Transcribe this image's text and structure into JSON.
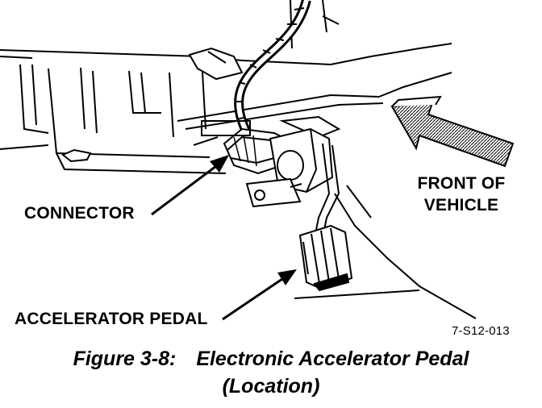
{
  "labels": {
    "connector": "CONNECTOR",
    "front_of_vehicle_line1": "FRONT OF",
    "front_of_vehicle_line2": "VEHICLE",
    "accelerator_pedal": "ACCELERATOR PEDAL",
    "figure_code": "7-S12-013"
  },
  "caption": {
    "figure_number": "Figure 3-8:",
    "title": "Electronic Accelerator Pedal",
    "subtitle": "(Location)"
  },
  "colors": {
    "ink": "#000000",
    "paper": "#ffffff",
    "hatch": "#000000"
  }
}
